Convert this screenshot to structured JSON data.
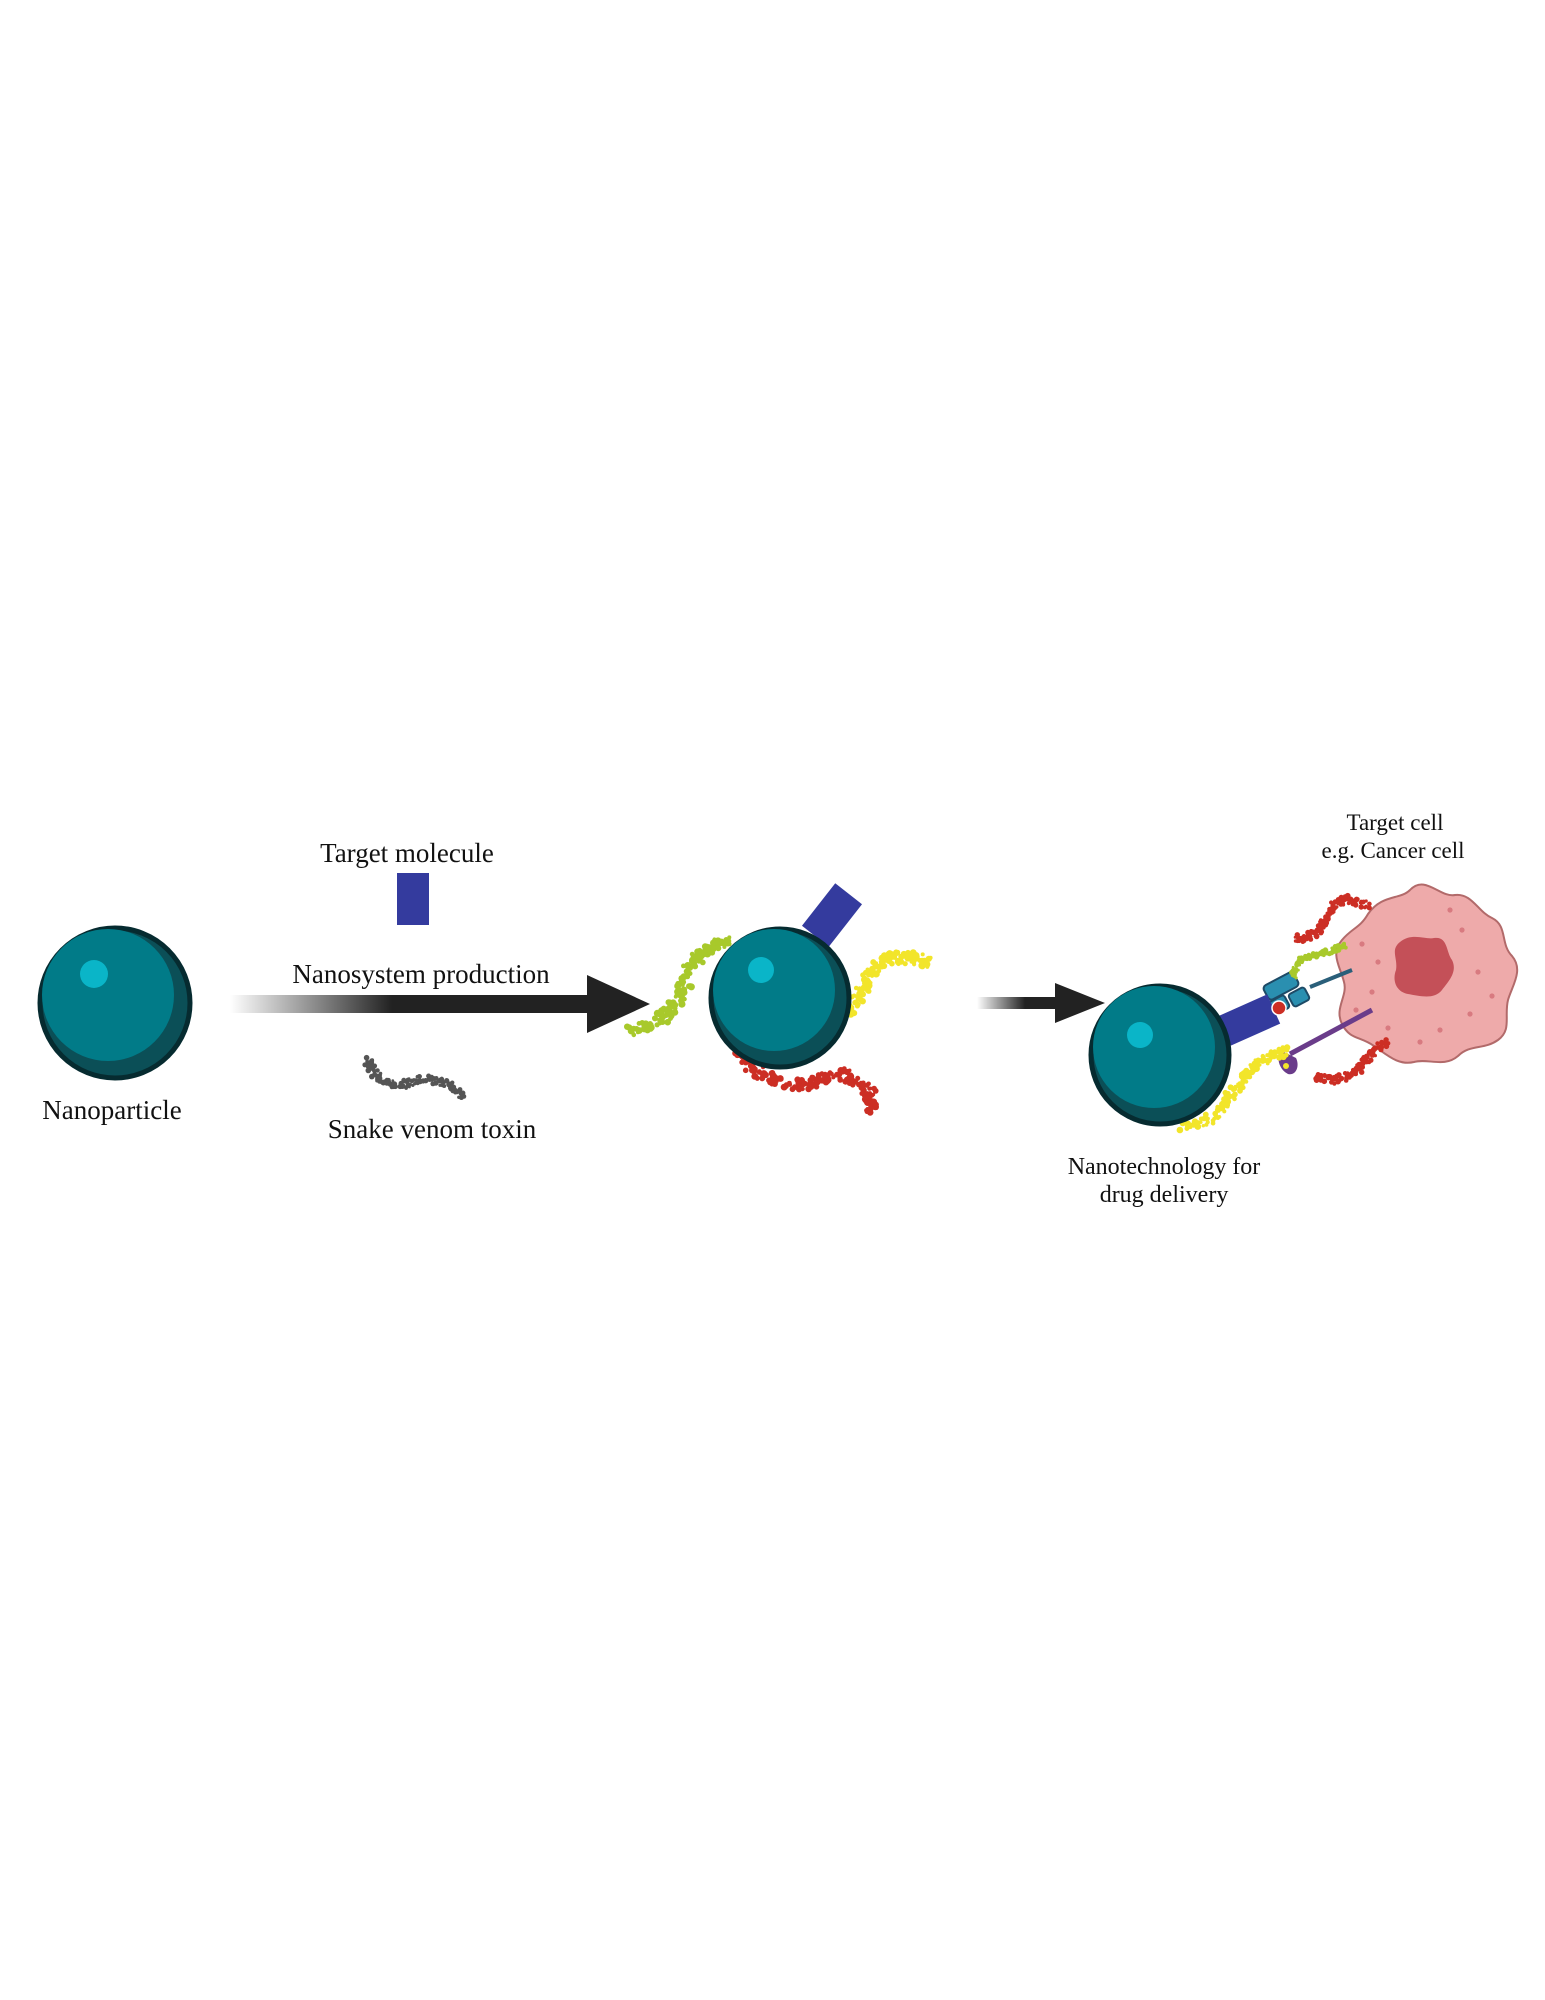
{
  "labels": {
    "nanoparticle": "Nanoparticle",
    "target_molecule": "Target molecule",
    "nanosystem_production": "Nanosystem production",
    "snake_venom_toxin": "Snake venom toxin",
    "target_cell_line1": "Target cell",
    "target_cell_line2": "e.g. Cancer cell",
    "nanotech_line1": "Nanotechnology for",
    "nanotech_line2": "drug delivery"
  },
  "colors": {
    "particle_dark": "#0b4f57",
    "particle_main": "#017b88",
    "particle_highlight": "#0ab5c8",
    "target_molecule": "#343b9e",
    "toxin_gray": "#555555",
    "toxin_green": "#a8c92b",
    "toxin_yellow": "#f2e52a",
    "toxin_red": "#cc2e24",
    "cell_fill": "#eeaaaa",
    "cell_nucleus": "#c45058",
    "receptor_blue": "#2a6f8f",
    "receptor_purple": "#6a3c8a",
    "arrow": "#222222"
  },
  "icons": {
    "nanoparticle": "teal-sphere-icon",
    "target_molecule": "blue-rectangle-icon",
    "toxin": "dotted-chain-icon",
    "target_cell": "cancer-cell-icon"
  }
}
